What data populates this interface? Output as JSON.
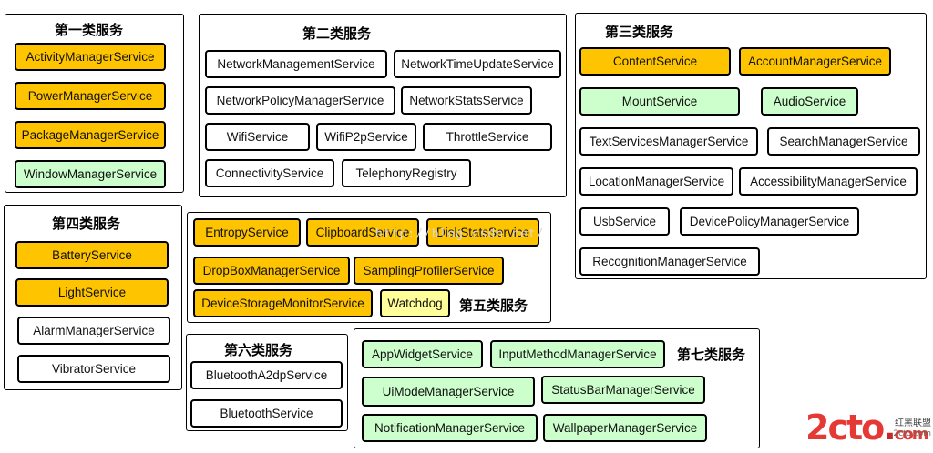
{
  "groups": {
    "g1": {
      "title": "第一类服务",
      "items": [
        {
          "label": "ActivityManagerService"
        },
        {
          "label": "PowerManagerService"
        },
        {
          "label": "PackageManagerService"
        },
        {
          "label": "WindowManagerService"
        }
      ]
    },
    "g2": {
      "title": "第二类服务",
      "items": [
        {
          "label": "NetworkManagementService"
        },
        {
          "label": "NetworkTimeUpdateService"
        },
        {
          "label": "NetworkPolicyManagerService"
        },
        {
          "label": "NetworkStatsService"
        },
        {
          "label": "WifiService"
        },
        {
          "label": "WifiP2pService"
        },
        {
          "label": "ThrottleService"
        },
        {
          "label": "ConnectivityService"
        },
        {
          "label": "TelephonyRegistry"
        }
      ]
    },
    "g3": {
      "title": "第三类服务",
      "items": [
        {
          "label": "ContentService"
        },
        {
          "label": "AccountManagerService"
        },
        {
          "label": "MountService"
        },
        {
          "label": "AudioService"
        },
        {
          "label": "TextServicesManagerService"
        },
        {
          "label": "SearchManagerService"
        },
        {
          "label": "LocationManagerService"
        },
        {
          "label": "AccessibilityManagerService"
        },
        {
          "label": "UsbService"
        },
        {
          "label": "DevicePolicyManagerService"
        },
        {
          "label": "RecognitionManagerService"
        }
      ]
    },
    "g4": {
      "title": "第四类服务",
      "items": [
        {
          "label": "BatteryService"
        },
        {
          "label": "LightService"
        },
        {
          "label": "AlarmManagerService"
        },
        {
          "label": "VibratorService"
        }
      ]
    },
    "g5": {
      "title": "第五类服务",
      "items": [
        {
          "label": "EntropyService"
        },
        {
          "label": "ClipboardService"
        },
        {
          "label": "DiskStatsService"
        },
        {
          "label": "DropBoxManagerService"
        },
        {
          "label": "SamplingProfilerService"
        },
        {
          "label": "DeviceStorageMonitorService"
        },
        {
          "label": "Watchdog"
        }
      ]
    },
    "g6": {
      "title": "第六类服务",
      "items": [
        {
          "label": "BluetoothA2dpService"
        },
        {
          "label": "BluetoothService"
        }
      ]
    },
    "g7": {
      "title": "第七类服务",
      "items": [
        {
          "label": "AppWidgetService"
        },
        {
          "label": "InputMethodManagerService"
        },
        {
          "label": "UiModeManagerService"
        },
        {
          "label": "StatusBarManagerService"
        },
        {
          "label": "NotificationManagerService"
        },
        {
          "label": "WallpaperManagerService"
        }
      ]
    }
  },
  "colors": {
    "orange": "#ffc400",
    "green": "#ccffcc",
    "yellow": "#ffff99",
    "white": "#ffffff"
  },
  "watermark": "http://blog.csdn.net/",
  "logo": {
    "main": "2cto",
    "dot": ".",
    "tld": "com",
    "sub1": "红黑联盟",
    "sub2": "2cto.com"
  }
}
